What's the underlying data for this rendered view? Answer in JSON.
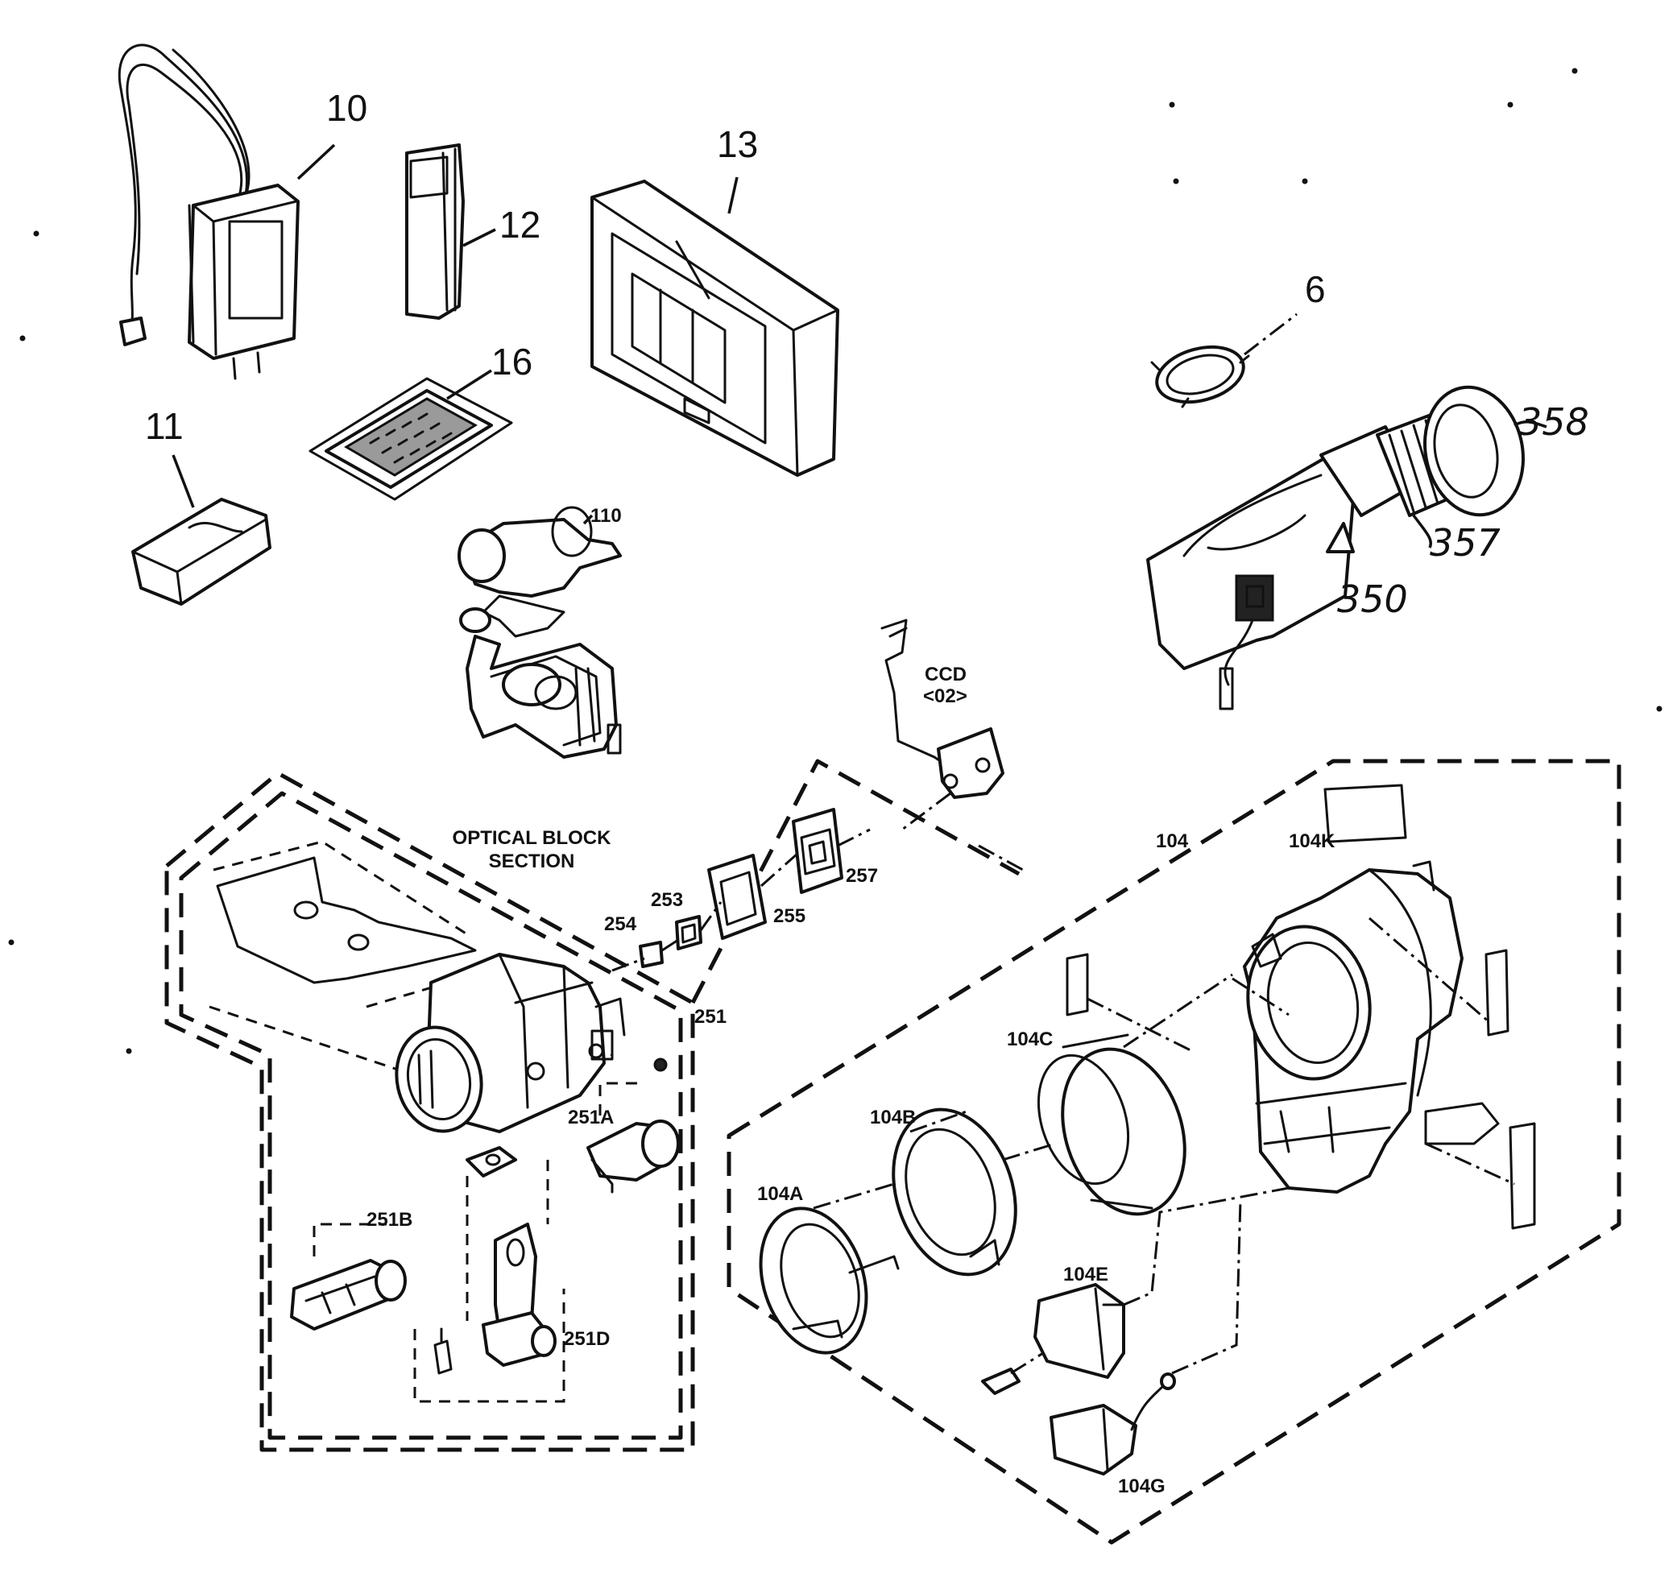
{
  "labels": {
    "p10": "10",
    "p11": "11",
    "p12": "12",
    "p13": "13",
    "p16": "16",
    "p6": "6",
    "p358": "358",
    "p357": "357",
    "p350": "350",
    "p110": "110",
    "ccd_line1": "CCD",
    "ccd_line2": "<02>",
    "optical_line1": "OPTICAL  BLOCK",
    "optical_line2": "SECTION",
    "p254": "254",
    "p253": "253",
    "p255": "255",
    "p257": "257",
    "p251": "251",
    "p251A": "251A",
    "p251B": "251B",
    "p251D": "251D",
    "p104": "104",
    "p104K": "104K",
    "p104C": "104C",
    "p104B": "104B",
    "p104A": "104A",
    "p104E": "104E",
    "p104G": "104G"
  }
}
